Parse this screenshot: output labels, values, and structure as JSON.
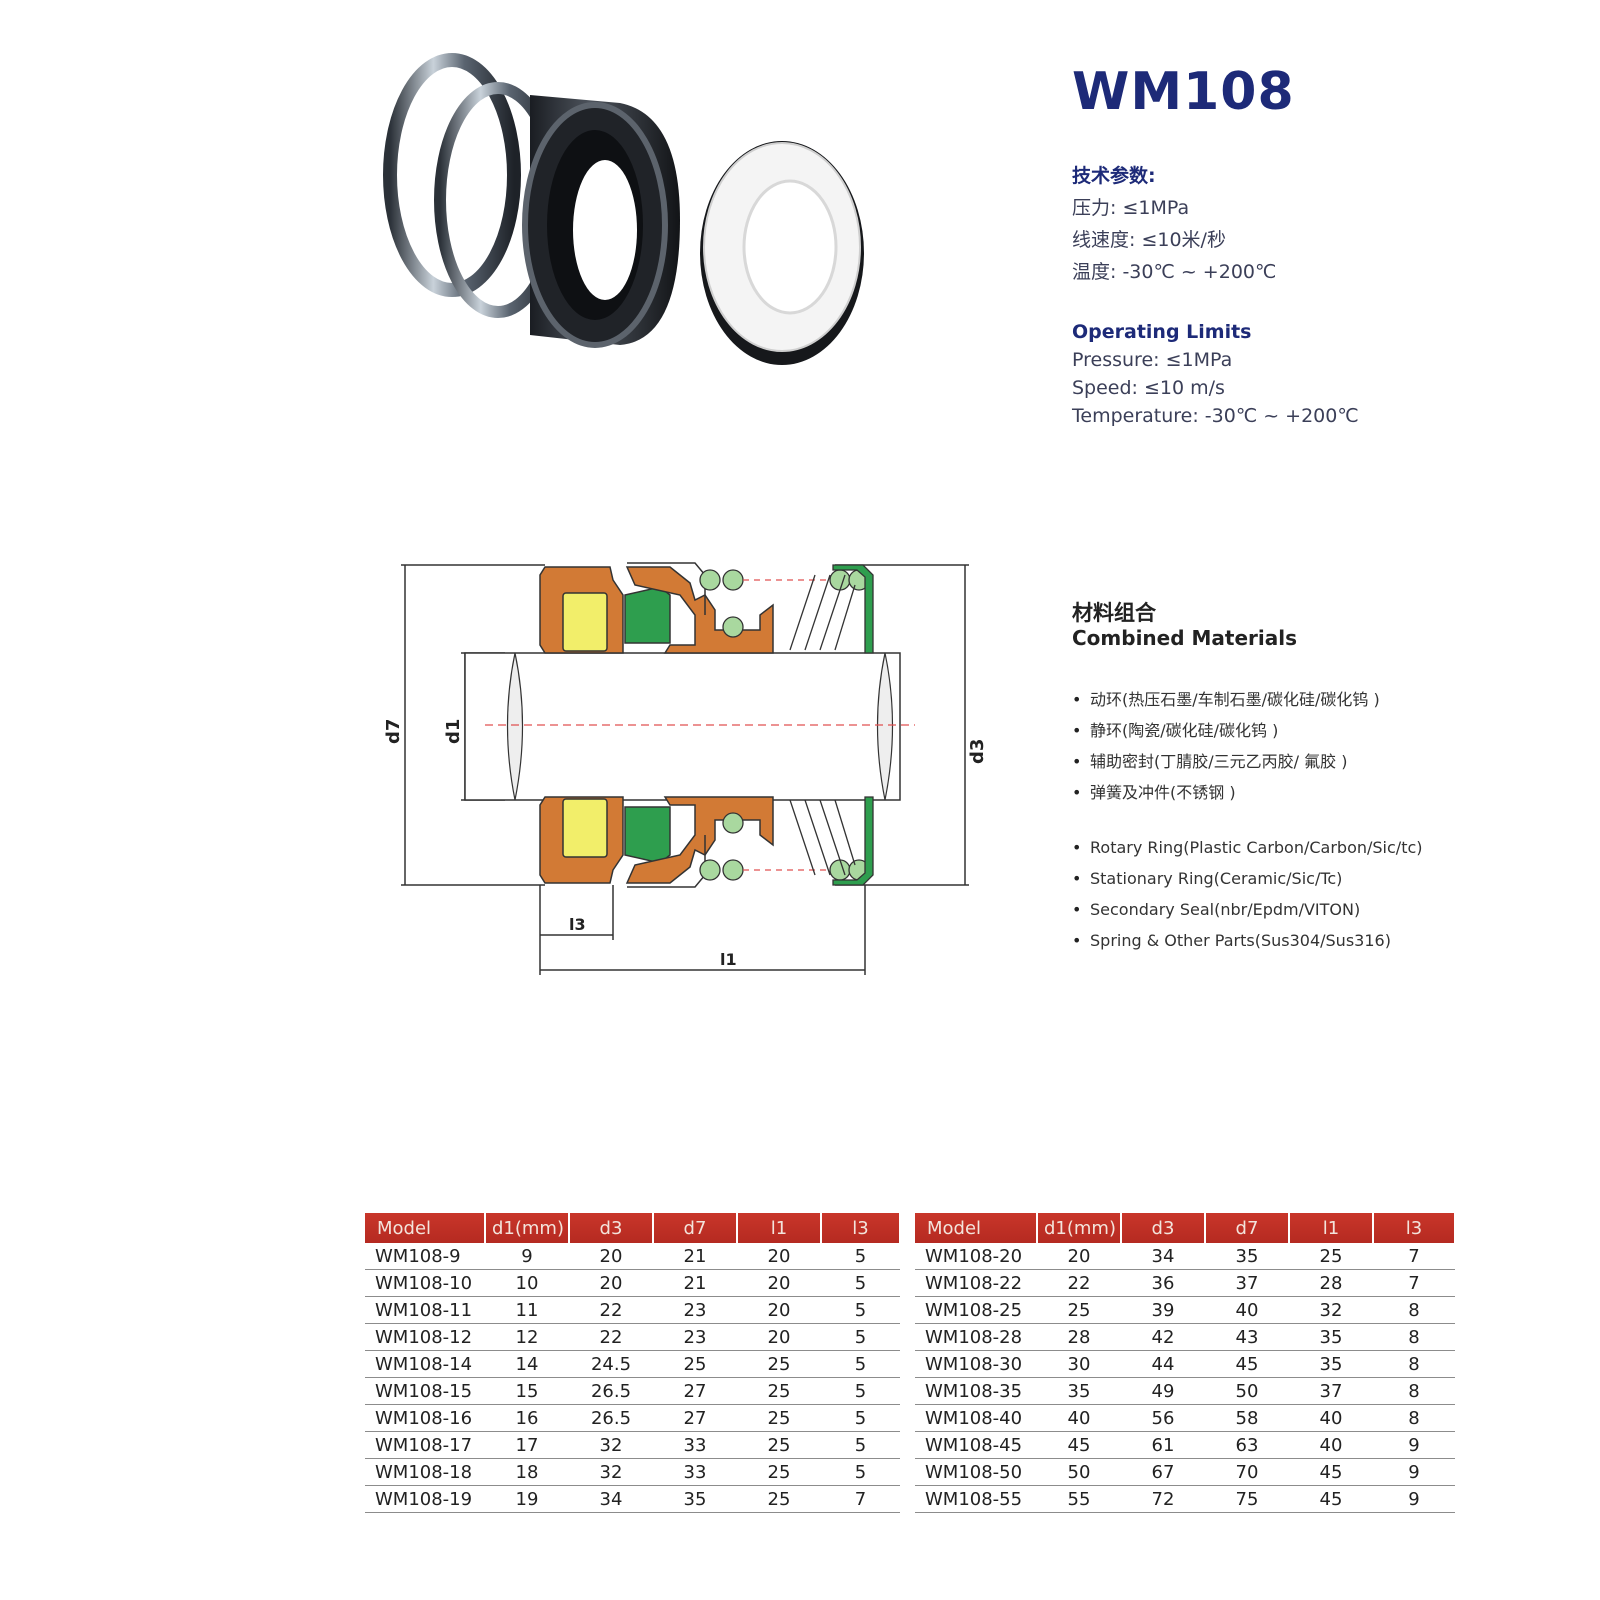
{
  "product": {
    "model": "WM108",
    "specs_cn": {
      "heading": "技术参数:",
      "lines": [
        "压力: ≤1MPa",
        "线速度: ≤10米/秒",
        "温度: -30℃ ~ +200℃"
      ]
    },
    "specs_en": {
      "heading": "Operating Limits",
      "lines": [
        "Pressure: ≤1MPa",
        "Speed: ≤10 m/s",
        "Temperature:  -30℃ ~ +200℃"
      ]
    }
  },
  "diagram": {
    "labels": {
      "d7": "d7",
      "d1": "d1",
      "d3": "d3",
      "l3": "l3",
      "l1": "l1"
    },
    "colors": {
      "orange": "#d27a35",
      "green": "#2e9e4e",
      "yellow": "#f2ee6a",
      "shaft": "#ffffff",
      "line": "#333333",
      "center": "#e05050"
    }
  },
  "materials": {
    "title_cn": "材料组合",
    "title_en": "Combined Materials",
    "items_cn": [
      "动环(热压石墨/车制石墨/碳化硅/碳化钨 )",
      "静环(陶瓷/碳化硅/碳化钨 )",
      "辅助密封(丁腈胶/三元乙丙胶/ 氟胶 )",
      "弹簧及冲件(不锈钢 )"
    ],
    "items_en": [
      "Rotary Ring(Plastic Carbon/Carbon/Sic/tc)",
      "Stationary Ring(Ceramic/Sic/Tc)",
      "Secondary Seal(nbr/Epdm/VITON)",
      "Spring & Other Parts(Sus304/Sus316)"
    ]
  },
  "table_headers": [
    "Model",
    "d1(mm)",
    "d3",
    "d7",
    "l1",
    "l3"
  ],
  "table_left": [
    [
      "WM108-9",
      "9",
      "20",
      "21",
      "20",
      "5"
    ],
    [
      "WM108-10",
      "10",
      "20",
      "21",
      "20",
      "5"
    ],
    [
      "WM108-11",
      "11",
      "22",
      "23",
      "20",
      "5"
    ],
    [
      "WM108-12",
      "12",
      "22",
      "23",
      "20",
      "5"
    ],
    [
      "WM108-14",
      "14",
      "24.5",
      "25",
      "25",
      "5"
    ],
    [
      "WM108-15",
      "15",
      "26.5",
      "27",
      "25",
      "5"
    ],
    [
      "WM108-16",
      "16",
      "26.5",
      "27",
      "25",
      "5"
    ],
    [
      "WM108-17",
      "17",
      "32",
      "33",
      "25",
      "5"
    ],
    [
      "WM108-18",
      "18",
      "32",
      "33",
      "25",
      "5"
    ],
    [
      "WM108-19",
      "19",
      "34",
      "35",
      "25",
      "7"
    ]
  ],
  "table_right": [
    [
      "WM108-20",
      "20",
      "34",
      "35",
      "25",
      "7"
    ],
    [
      "WM108-22",
      "22",
      "36",
      "37",
      "28",
      "7"
    ],
    [
      "WM108-25",
      "25",
      "39",
      "40",
      "32",
      "8"
    ],
    [
      "WM108-28",
      "28",
      "42",
      "43",
      "35",
      "8"
    ],
    [
      "WM108-30",
      "30",
      "44",
      "45",
      "35",
      "8"
    ],
    [
      "WM108-35",
      "35",
      "49",
      "50",
      "37",
      "8"
    ],
    [
      "WM108-40",
      "40",
      "56",
      "58",
      "40",
      "8"
    ],
    [
      "WM108-45",
      "45",
      "61",
      "63",
      "40",
      "9"
    ],
    [
      "WM108-50",
      "50",
      "67",
      "70",
      "45",
      "9"
    ],
    [
      "WM108-55",
      "55",
      "72",
      "75",
      "45",
      "9"
    ]
  ],
  "colors": {
    "title": "#1d2a78",
    "table_header": "#c0322a"
  }
}
